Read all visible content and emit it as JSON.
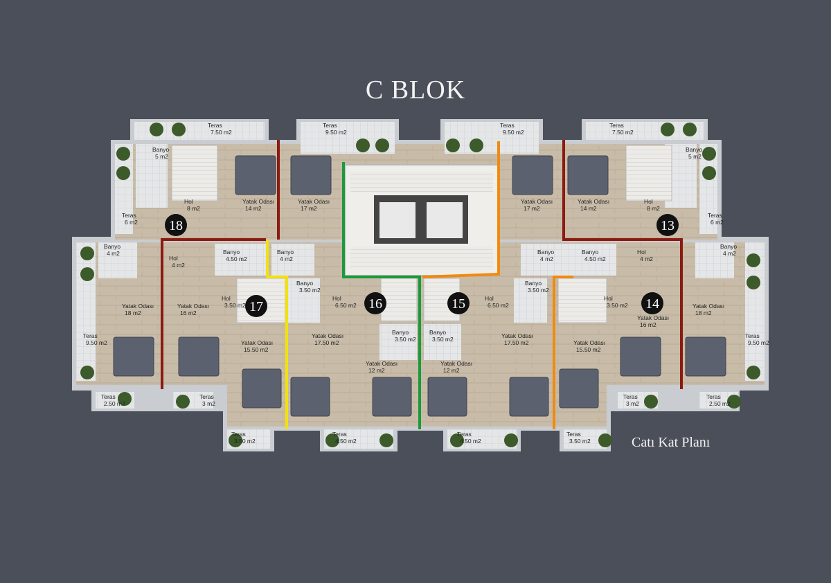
{
  "title": "C BLOK",
  "subtitle": "Catı Kat Planı",
  "colors": {
    "background": "#4b4f59",
    "wall": "#c9ccd0",
    "wood": "#c8bca9",
    "terrace": "#e6e6e6",
    "dark_red": "#8b1a10",
    "yellow": "#f2e20b",
    "green": "#1a9a3a",
    "orange": "#f08a10"
  },
  "units": [
    "18",
    "17",
    "16",
    "15",
    "14",
    "13"
  ],
  "rooms": [
    {
      "name": "Teras",
      "area": "7.50 m2"
    },
    {
      "name": "Teras",
      "area": "9.50 m2"
    },
    {
      "name": "Teras",
      "area": "9.50 m2"
    },
    {
      "name": "Teras",
      "area": "7.50 m2"
    },
    {
      "name": "Banyo",
      "area": "5 m2"
    },
    {
      "name": "Hol",
      "area": "8 m2"
    },
    {
      "name": "Yatak Odası",
      "area": "14 m2"
    },
    {
      "name": "Yatak Odası",
      "area": "17 m2"
    },
    {
      "name": "Yatak Odası",
      "area": "17 m2"
    },
    {
      "name": "Yatak Odası",
      "area": "14 m2"
    },
    {
      "name": "Hol",
      "area": "8 m2"
    },
    {
      "name": "Banyo",
      "area": "5 m2"
    },
    {
      "name": "Teras",
      "area": "6 m2"
    },
    {
      "name": "Teras",
      "area": "6 m2"
    },
    {
      "name": "Banyo",
      "area": "4 m2"
    },
    {
      "name": "Hol",
      "area": "4 m2"
    },
    {
      "name": "Banyo",
      "area": "4.50 m2"
    },
    {
      "name": "Banyo",
      "area": "4 m2"
    },
    {
      "name": "Banyo",
      "area": "4 m2"
    },
    {
      "name": "Banyo",
      "area": "4.50 m2"
    },
    {
      "name": "Hol",
      "area": "4 m2"
    },
    {
      "name": "Banyo",
      "area": "4 m2"
    },
    {
      "name": "Banyo",
      "area": "3.50 m2"
    },
    {
      "name": "Hol",
      "area": "3.50 m2"
    },
    {
      "name": "Hol",
      "area": "6.50 m2"
    },
    {
      "name": "Hol",
      "area": "6.50 m2"
    },
    {
      "name": "Banyo",
      "area": "3.50 m2"
    },
    {
      "name": "Hol",
      "area": "3.50 m2"
    },
    {
      "name": "Yatak Odası",
      "area": "18 m2"
    },
    {
      "name": "Yatak Odası",
      "area": "16 m2"
    },
    {
      "name": "Yatak Odası",
      "area": "16 m2"
    },
    {
      "name": "Yatak Odası",
      "area": "18 m2"
    },
    {
      "name": "Teras",
      "area": "9.50 m2"
    },
    {
      "name": "Teras",
      "area": "9.50 m2"
    },
    {
      "name": "Yatak Odası",
      "area": "15.50 m2"
    },
    {
      "name": "Yatak Odası",
      "area": "17.50 m2"
    },
    {
      "name": "Banyo",
      "area": "3.50 m2"
    },
    {
      "name": "Banyo",
      "area": "3.50 m2"
    },
    {
      "name": "Yatak Odası",
      "area": "17.50 m2"
    },
    {
      "name": "Yatak Odası",
      "area": "15.50 m2"
    },
    {
      "name": "Yatak Odası",
      "area": "12 m2"
    },
    {
      "name": "Yatak Odası",
      "area": "12 m2"
    },
    {
      "name": "Teras",
      "area": "2.50 m2"
    },
    {
      "name": "Teras",
      "area": "3 m2"
    },
    {
      "name": "Teras",
      "area": "3 m2"
    },
    {
      "name": "Teras",
      "area": "2.50 m2"
    },
    {
      "name": "Teras",
      "area": "3.50 m2"
    },
    {
      "name": "Teras",
      "area": "4.50 m2"
    },
    {
      "name": "Teras",
      "area": "4.50 m2"
    },
    {
      "name": "Teras",
      "area": "3.50 m2"
    }
  ]
}
